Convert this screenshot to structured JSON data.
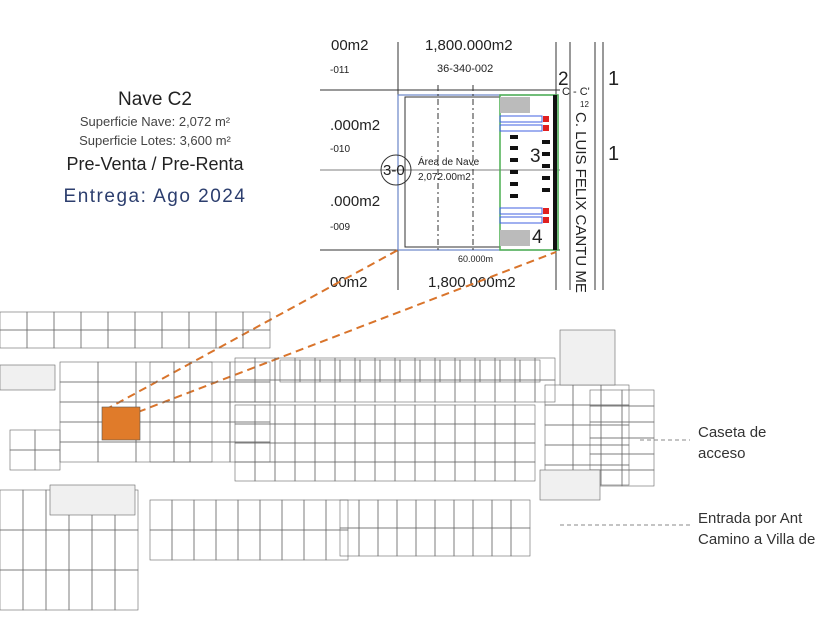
{
  "info": {
    "title": "Nave C2",
    "superficie_nave": "Superficie Nave: 2,072 m²",
    "superficie_lotes": "Superficie Lotes: 3,600 m²",
    "status": "Pre-Venta / Pre-Renta",
    "entrega": "Entrega: Ago 2024"
  },
  "plan": {
    "top_area": "1,800.000m2",
    "bottom_area": "1,800.000m2",
    "lot_id": "36-340-002",
    "left_lots": [
      "-011",
      "-010",
      "-009"
    ],
    "left_areas": [
      "00m2",
      ".000m2",
      ".000m2",
      "00m2"
    ],
    "area_label": "Área de Nave",
    "area_value": "2,072.00m2",
    "axis_label": "3-0",
    "width_dim": "60.000m",
    "section": "C - C'",
    "street": "C. LUIS FELIX CANTU ME",
    "markers": [
      "2",
      "3",
      "4",
      "1",
      "1"
    ],
    "dim_12": "12"
  },
  "map": {
    "caseta": [
      "Caseta de",
      "acceso"
    ],
    "entrada": [
      "Entrada por Ant",
      "Camino a Villa de"
    ]
  },
  "colors": {
    "accent": "#2c3e6e",
    "highlight": "#e07b2a",
    "dash": "#d9742b"
  }
}
